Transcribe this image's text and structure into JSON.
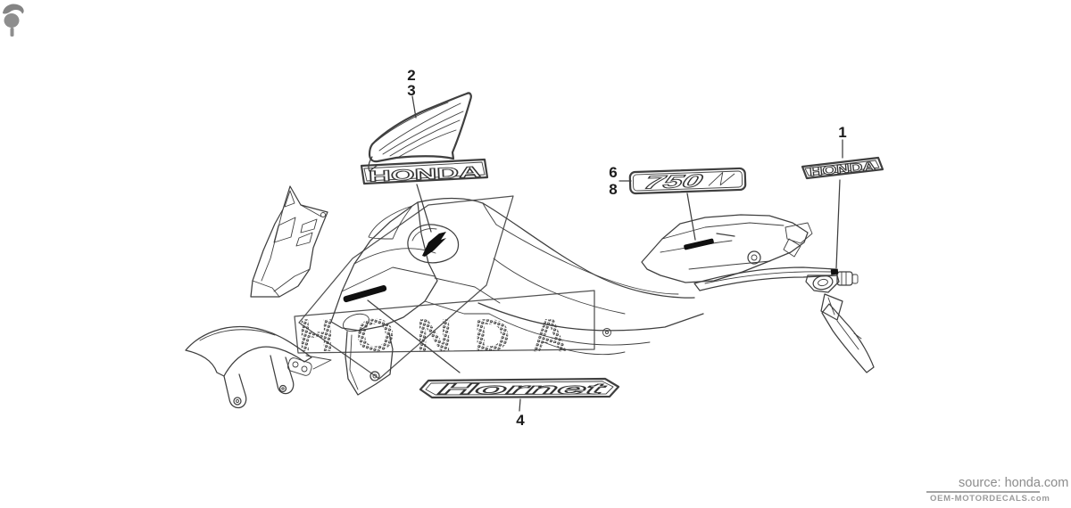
{
  "diagram": {
    "callouts": {
      "n1": "1",
      "n2": "2",
      "n3": "3",
      "n4": "4",
      "n6": "6",
      "n8": "8"
    },
    "decals": {
      "tank_wing_emblem_text": "HONDA",
      "rear_badge_text": "HONDA",
      "model_badge_text": "750",
      "side_banner_text": "Hornet"
    },
    "watermark_text": "HONDA",
    "colors": {
      "background": "#ffffff",
      "line_art": "#3f3f3f",
      "placement_mark": "#101010",
      "halftone_dots": "#cfcfcf",
      "footer_text": "#8c8c8c"
    }
  },
  "footer": {
    "source_text": "source: honda.com",
    "site_text": "OEM-MOTORDECALS.com"
  }
}
